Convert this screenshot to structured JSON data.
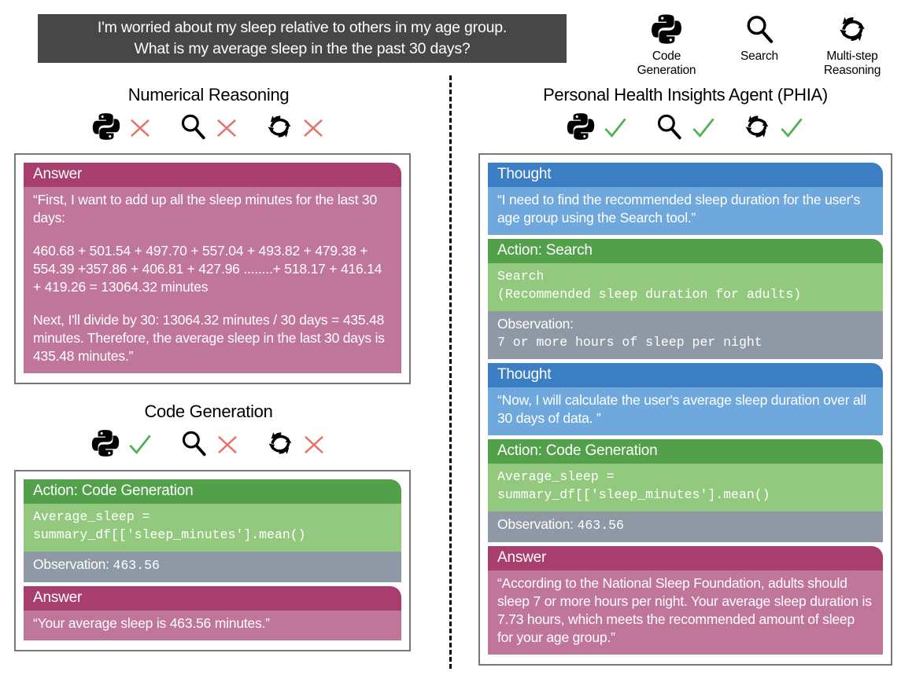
{
  "question": {
    "line1": "I'm worried about my sleep relative to others in my age group.",
    "line2": "What is my average sleep in the the past 30 days?"
  },
  "legend": {
    "items": [
      {
        "icon": "python-icon",
        "label_line1": "Code",
        "label_line2": "Generation"
      },
      {
        "icon": "search-icon",
        "label_line1": "Search",
        "label_line2": ""
      },
      {
        "icon": "multistep-reasoning-icon",
        "label_line1": "Multi-step",
        "label_line2": "Reasoning"
      }
    ]
  },
  "colors": {
    "answer_header": "#a73e6d",
    "answer_body": "#c0759b",
    "thought_header": "#3b7ec4",
    "thought_body": "#6ea8dd",
    "action_header": "#52a04a",
    "action_body": "#93c97e",
    "observation_body": "#8f98a5",
    "banner": "#474747",
    "check": "#4caf50",
    "cross": "#e8736a"
  },
  "left": {
    "section1": {
      "title": "Numerical Reasoning",
      "tools": [
        {
          "icon": "python-icon",
          "status": "cross"
        },
        {
          "icon": "search-icon",
          "status": "cross"
        },
        {
          "icon": "multistep-reasoning-icon",
          "status": "cross"
        }
      ],
      "answer": {
        "header": "Answer",
        "p1": "“First, I want to add up all the sleep minutes for the last 30 days:",
        "p2": "460.68 + 501.54 + 497.70 + 557.04 + 493.82 + 479.38 + 554.39 +357.86 + 406.81 + 427.96 ........+ 518.17 + 416.14 + 419.26 = 13064.32 minutes",
        "p3": "Next, I'll divide by 30: 13064.32 minutes / 30 days = 435.48 minutes. Therefore, the average sleep in the last 30 days is 435.48 minutes.”"
      }
    },
    "section2": {
      "title": "Code Generation",
      "tools": [
        {
          "icon": "python-icon",
          "status": "check"
        },
        {
          "icon": "search-icon",
          "status": "cross"
        },
        {
          "icon": "multistep-reasoning-icon",
          "status": "cross"
        }
      ],
      "action": {
        "header": "Action: Code Generation",
        "code_line1": "Average_sleep =",
        "code_line2": "summary_df[['sleep_minutes'].mean()"
      },
      "observation": {
        "label": "Observation: ",
        "value": "463.56"
      },
      "answer": {
        "header": "Answer",
        "text": "“Your average sleep is 463.56 minutes.”"
      }
    }
  },
  "right": {
    "title": "Personal Health Insights Agent (PHIA)",
    "tools": [
      {
        "icon": "python-icon",
        "status": "check"
      },
      {
        "icon": "search-icon",
        "status": "check"
      },
      {
        "icon": "multistep-reasoning-icon",
        "status": "check"
      }
    ],
    "thought1": {
      "header": "Thought",
      "text": "“I need to find the recommended sleep duration for the user's age group using the Search tool.”"
    },
    "action1": {
      "header": "Action: Search",
      "code_line1": "Search",
      "code_line2": "(Recommended sleep duration for adults)"
    },
    "observation1": {
      "label": "Observation:",
      "value": "7 or more hours of sleep per night"
    },
    "thought2": {
      "header": "Thought",
      "text": "“Now, I will calculate the user's average sleep duration over all 30 days of data. ”"
    },
    "action2": {
      "header": "Action: Code Generation",
      "code_line1": "Average_sleep =",
      "code_line2": "summary_df[['sleep_minutes'].mean()"
    },
    "observation2": {
      "label": "Observation: ",
      "value": "463.56"
    },
    "answer": {
      "header": "Answer",
      "text": "“According to the National Sleep Foundation, adults should sleep 7 or more hours per night. Your average sleep duration is 7.73 hours, which meets the recommended amount of sleep for your age group.”"
    }
  }
}
